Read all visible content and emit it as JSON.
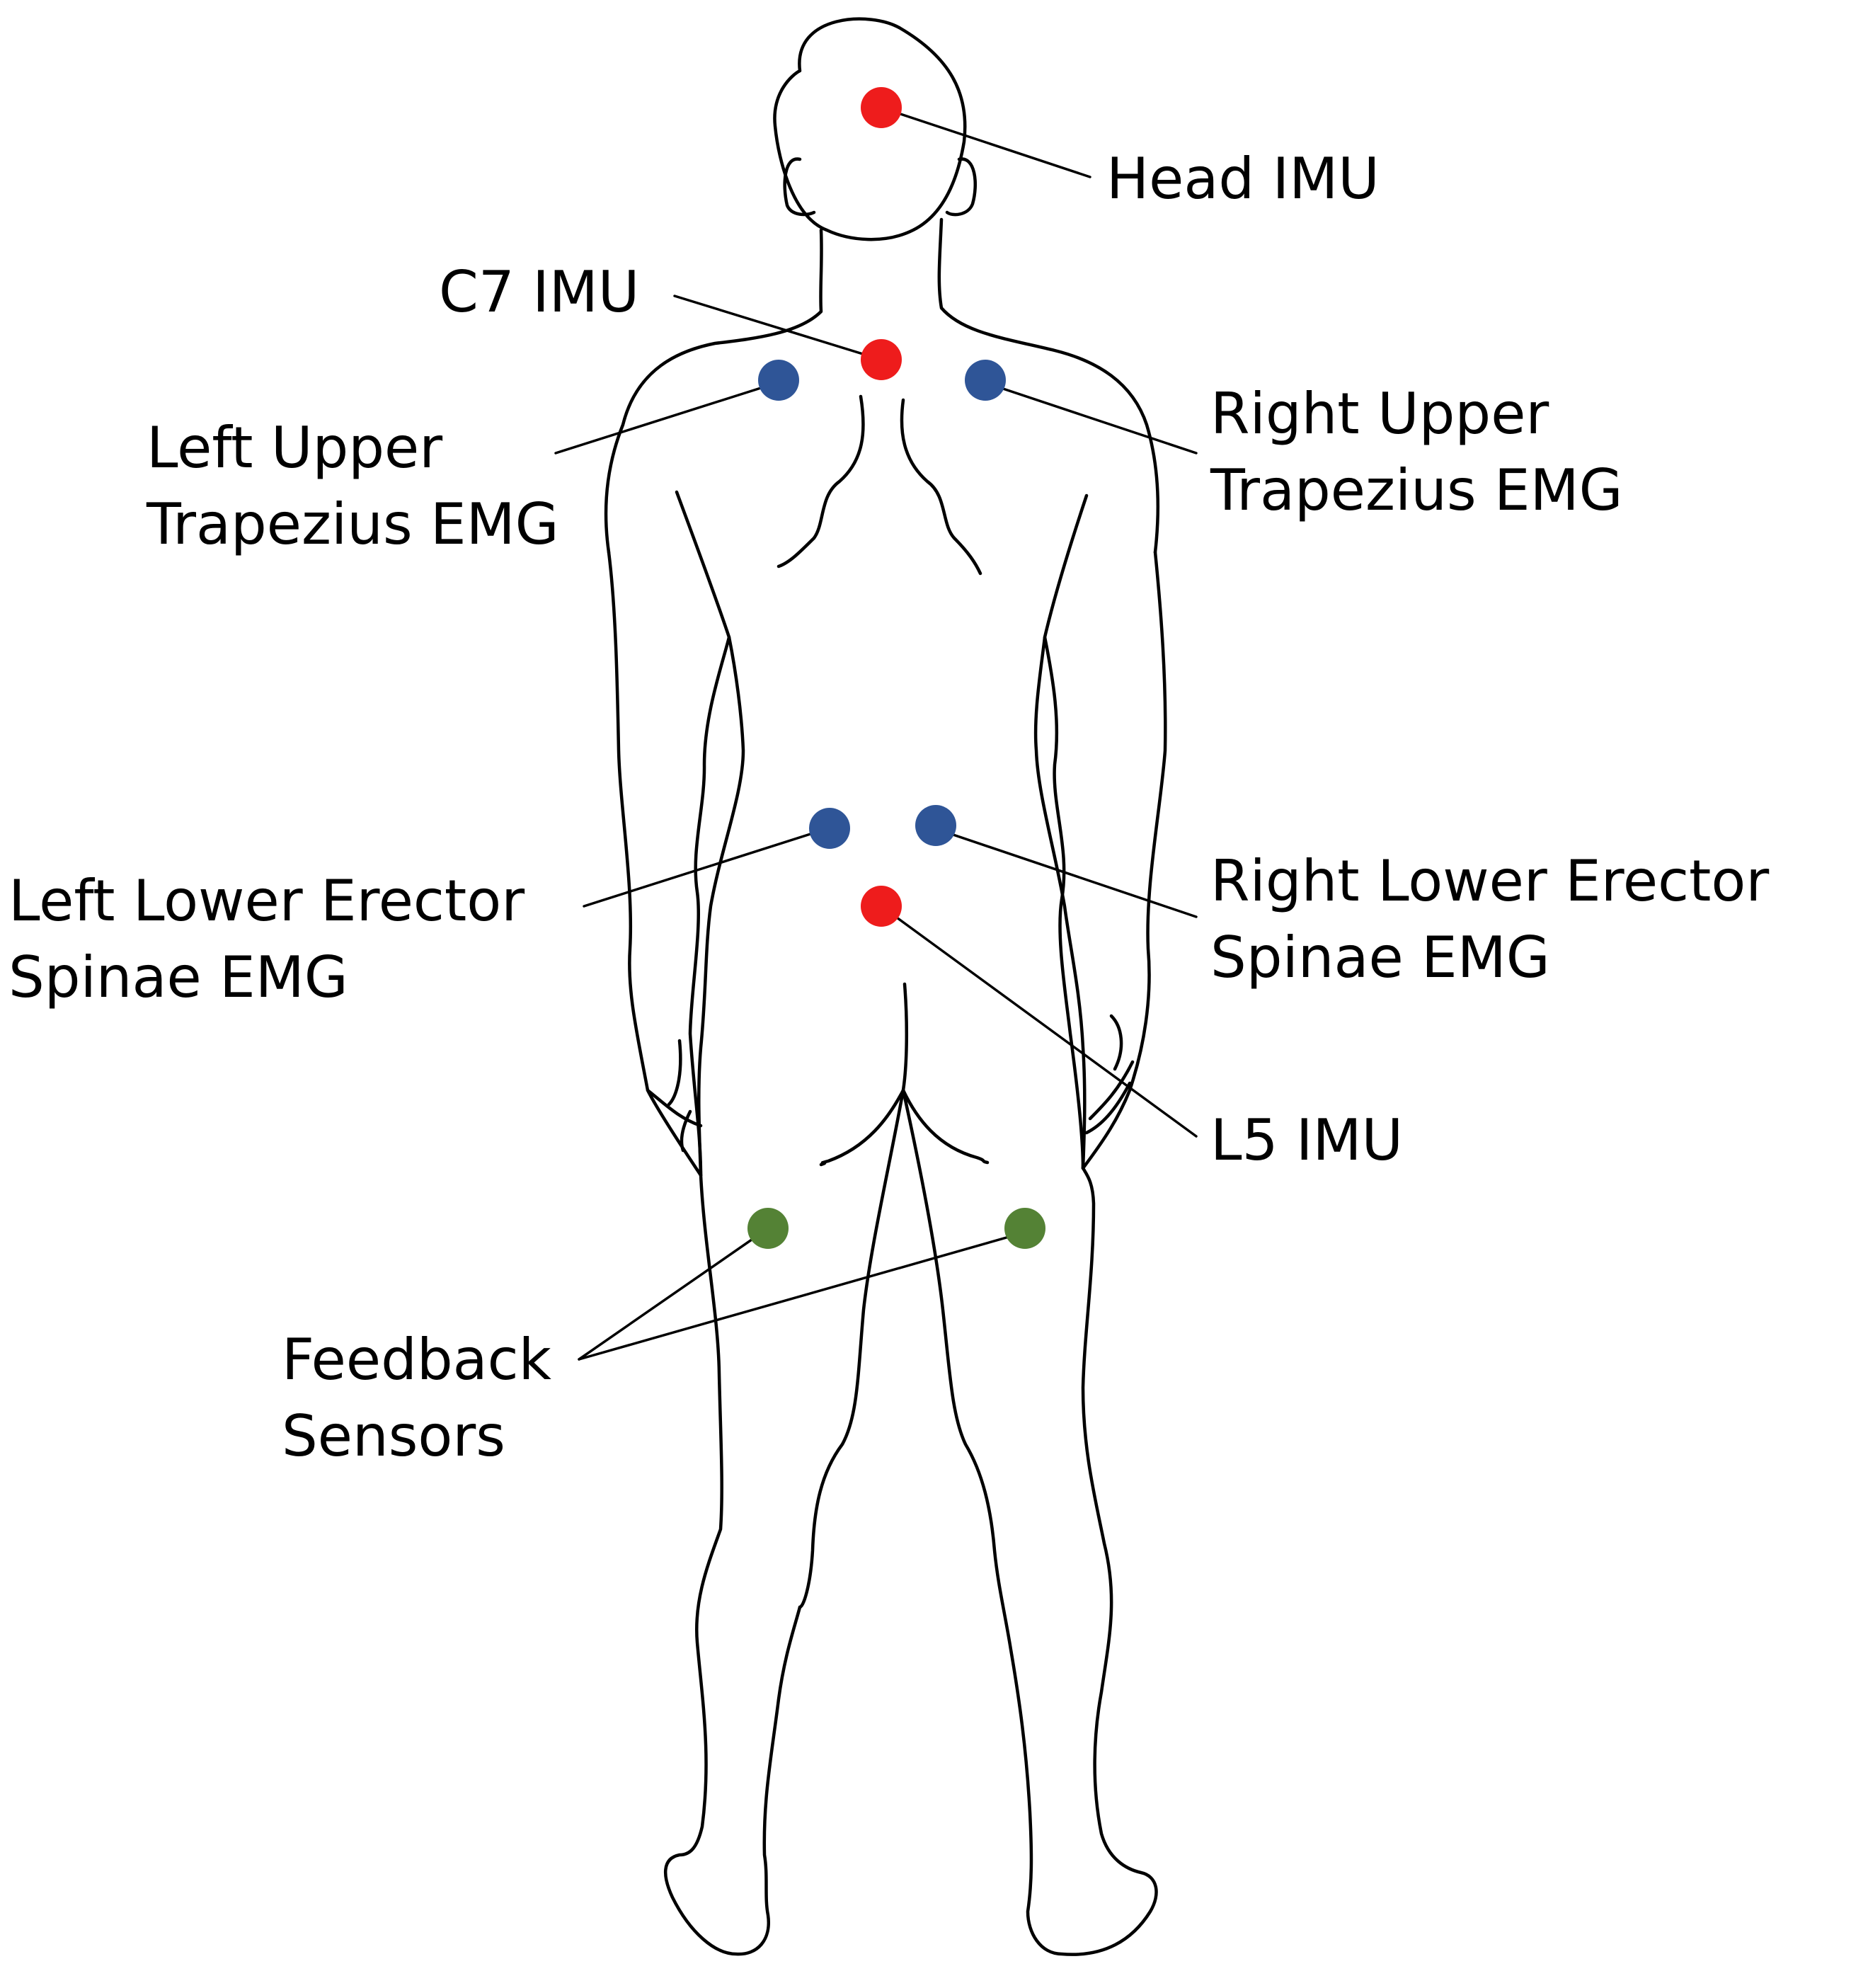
{
  "colors": {
    "imu": "#ee1c1c",
    "emg": "#2f5597",
    "feedback": "#548235",
    "outline": "#000000",
    "background": "#ffffff"
  },
  "labels": {
    "head_imu": "Head IMU",
    "c7_imu": "C7 IMU",
    "left_upper_trap_1": "Left Upper",
    "left_upper_trap_2": "Trapezius EMG",
    "right_upper_trap_1": "Right Upper",
    "right_upper_trap_2": "Trapezius EMG",
    "left_lower_es_1": "Left Lower Erector",
    "left_lower_es_2": "Spinae EMG",
    "right_lower_es_1": "Right Lower Erector",
    "right_lower_es_2": "Spinae EMG",
    "l5_imu": "L5 IMU",
    "feedback_1": "Feedback",
    "feedback_2": "Sensors"
  }
}
